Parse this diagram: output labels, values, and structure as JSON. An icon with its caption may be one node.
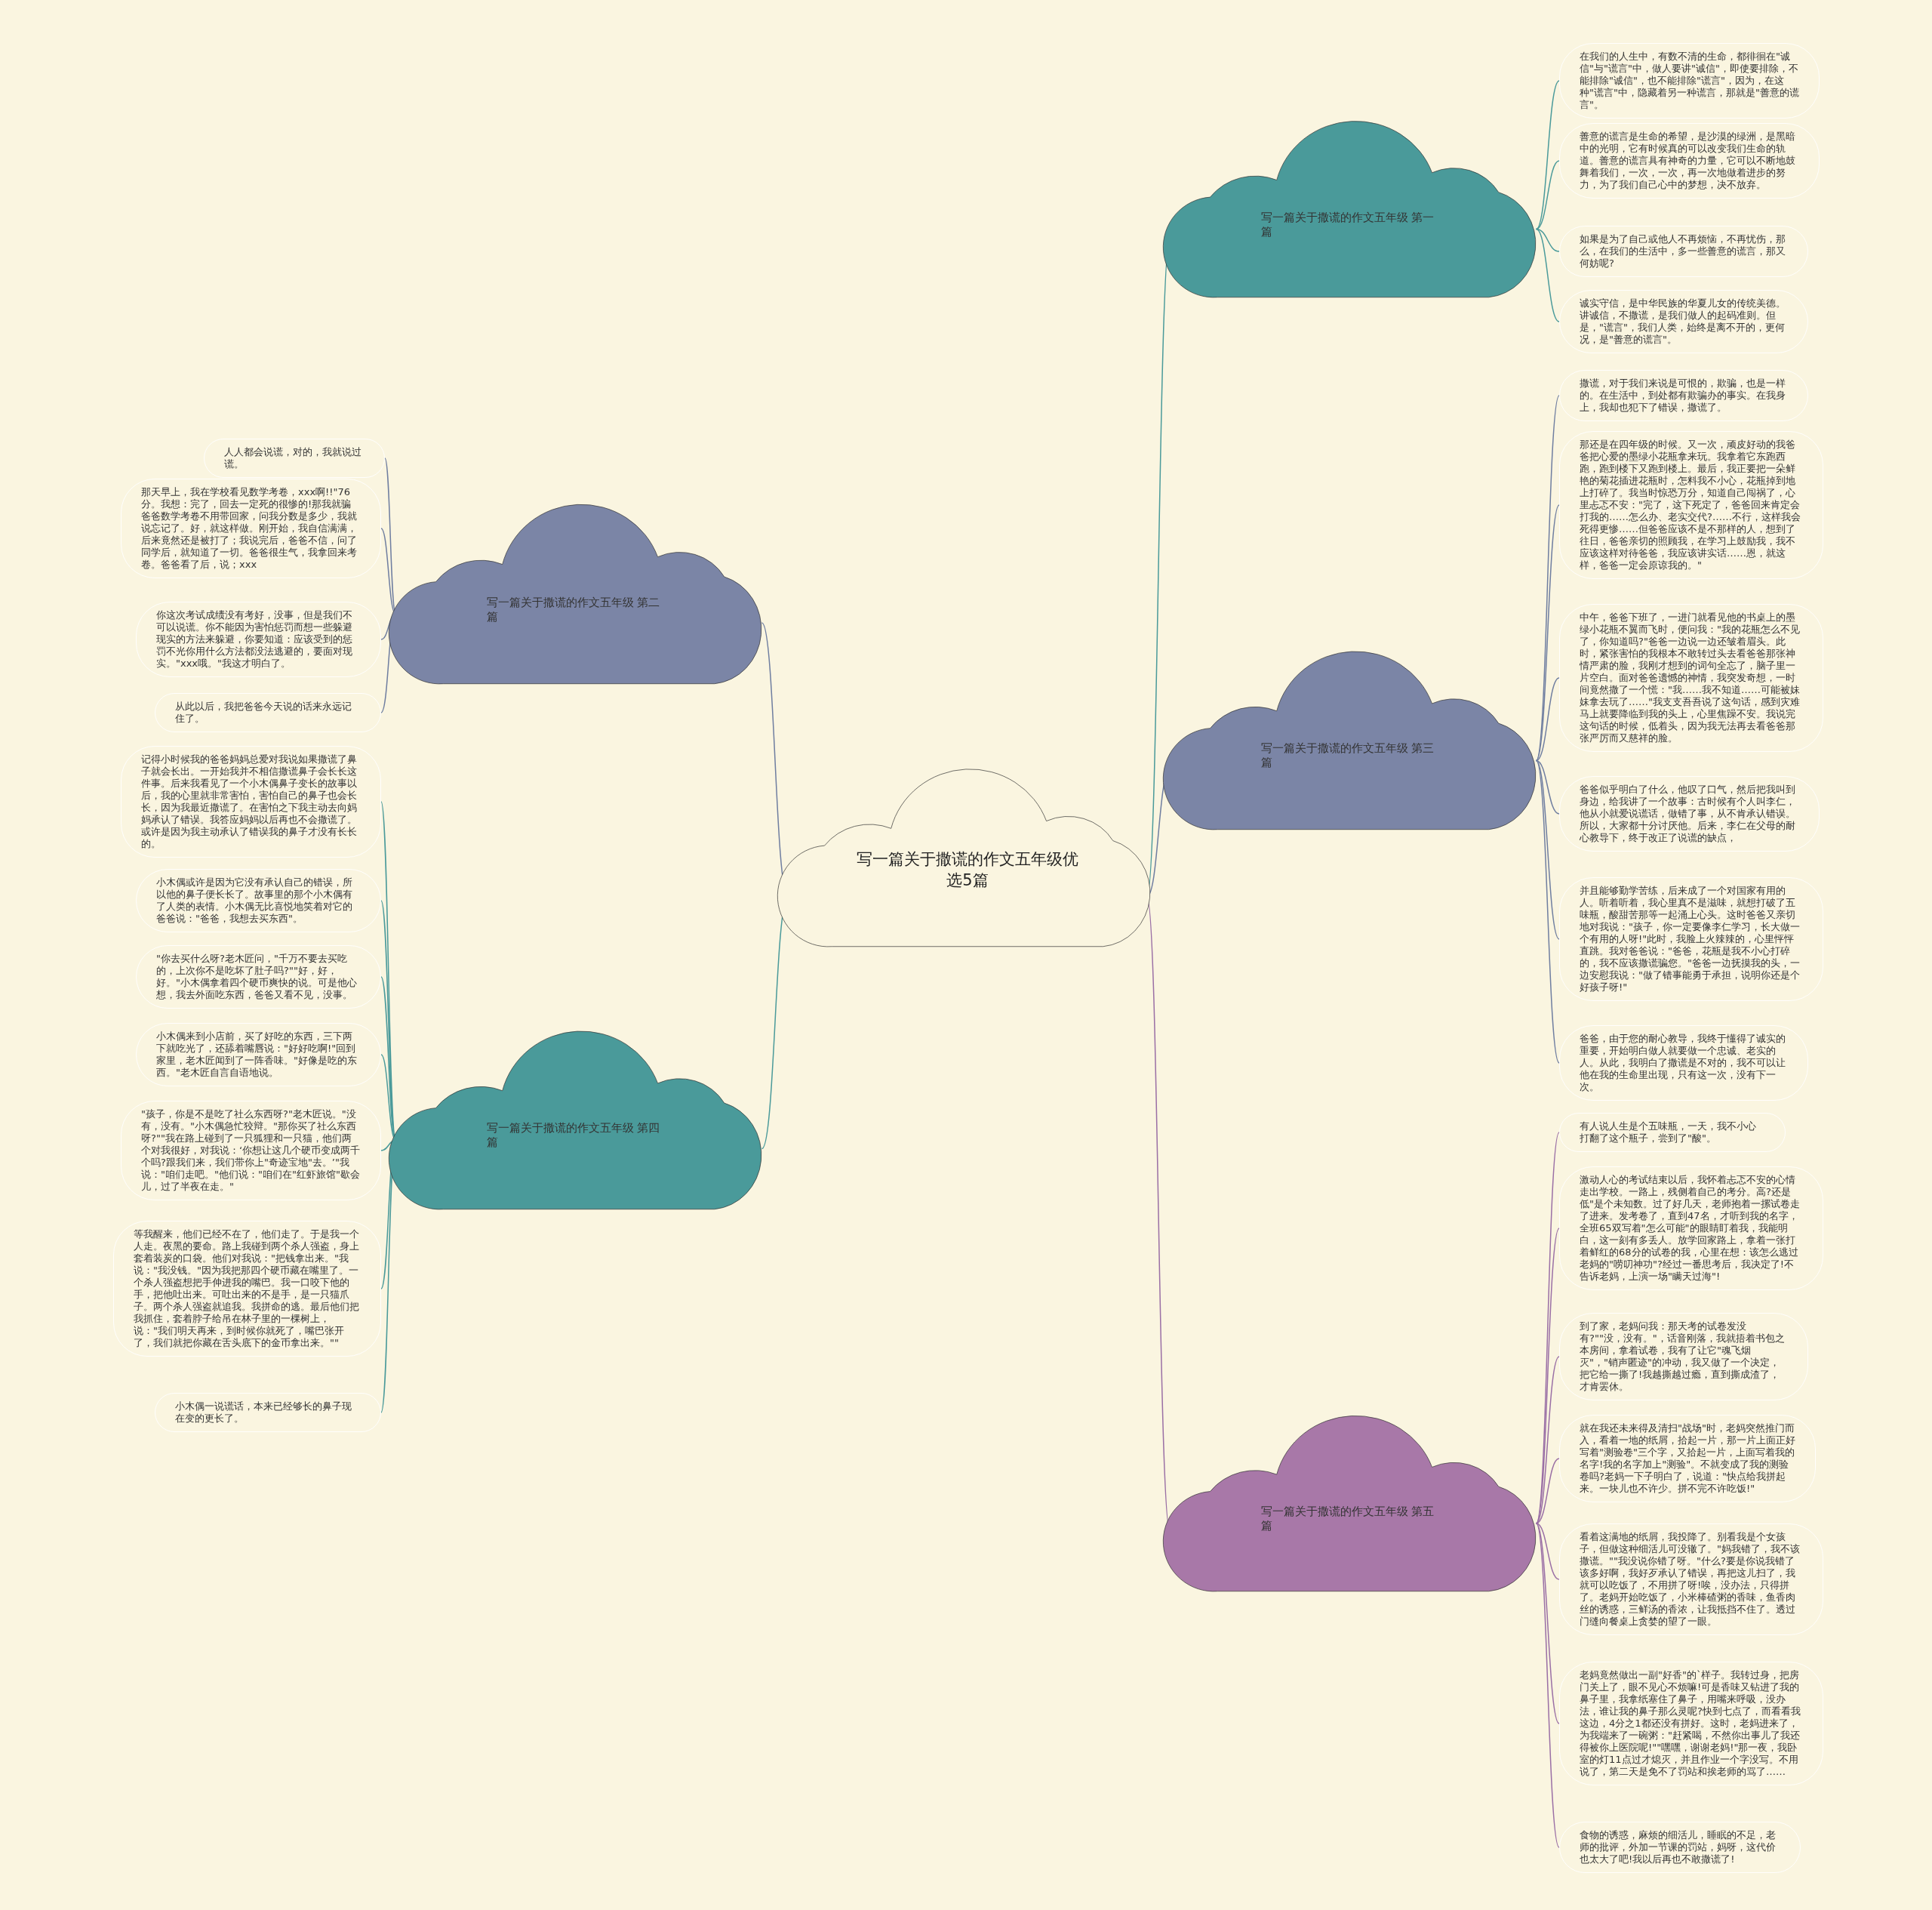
{
  "diagram": {
    "nodes": [
      {
        "text": [
          "写一篇关于撒谎的作文五年级优选5篇"
        ]
      },
      {
        "text": [
          "写一篇关于撒谎的作文五年级 第一篇"
        ]
      },
      {
        "text": [
          "在我们的人生中，有数不清的生命，都徘徊在\"诚信\"与\"谎言\"中，做人要讲\"诚信\"，即使要排除，不能排除\"诚信\"，也不能排除\"谎言\"，因为，在这种\"谎言\"中，隐藏着另一种谎言，那就是\"善意的谎言\"。"
        ]
      },
      {
        "text": [
          "善意的谎言是生命的希望，是沙漠的绿洲，是黑暗中的光明，它有时候真的可以改变我们生命的轨道。善意的谎言具有神奇的力量，它可以不断地鼓舞着我们，一次，一次，再一次地做着进步的努力，为了我们自己心中的梦想，决不放弃。"
        ]
      },
      {
        "text": [
          "如果是为了自己或他人不再烦恼，不再忧伤，那么，在我们的生活中，多一些善意的谎言，那又何妨呢?"
        ]
      },
      {
        "text": [
          "诚实守信，是中华民族的华夏儿女的传统美德。讲诚信，不撒谎，是我们做人的起码准则。但是，\"谎言\"，我们人类，始终是离不开的，更何况，是\"善意的谎言\"。"
        ]
      },
      {
        "text": [
          "写一篇关于撒谎的作文五年级 第二篇"
        ]
      },
      {
        "text": [
          "人人都会说谎，对的，我就说过谎。"
        ]
      },
      {
        "text": [
          "那天早上，我在学校看见数学考卷，xxx啊!!\"76分。我想：完了，回去一定死的很惨的!那我就骗爸爸数学考卷不用带回家，问我分数是多少，我就说忘记了。好，就这样做。刚开始，我自信满满，后来竟然还是被打了；我说完后，爸爸不信，问了同学后，就知道了一切。爸爸很生气，我拿回来考卷。爸爸看了后，说；xxx"
        ]
      },
      {
        "text": [
          "你这次考试成绩没有考好，没事，但是我们不可以说谎。你不能因为害怕惩罚而想一些躲避现实的方法来躲避，你要知道：应该受到的惩罚不光你用什么方法都没法逃避的，要面对现实。\"xxx哦。\"我这才明白了。"
        ]
      },
      {
        "text": [
          "从此以后，我把爸爸今天说的话来永远记住了。"
        ]
      },
      {
        "text": [
          "写一篇关于撒谎的作文五年级 第三篇"
        ]
      },
      {
        "text": [
          "撒谎，对于我们来说是可恨的，欺骗，也是一样的。在生活中，到处都有欺骗办的事实。在我身上，我却也犯下了错误，撒谎了。"
        ]
      },
      {
        "text": [
          "那还是在四年级的时候。又一次，顽皮好动的我爸爸把心爱的墨绿小花瓶拿来玩。我拿着它东跑西跑，跑到楼下又跑到楼上。最后，我正要把一朵鲜艳的菊花插进花瓶时，怎料我不小心，花瓶掉到地上打碎了。我当时惊恐万分，知道自己闯祸了，心里忐忑不安：\"完了，这下死定了，爸爸回来肯定会打我的……怎么办、老实交代?……不行，这样我会死得更惨……但爸爸应该不是不那样的人，想到了往日，爸爸亲切的照顾我，在学习上鼓励我，我不应该这样对待爸爸，我应该讲实话……恩，就这样，爸爸一定会原谅我的。\""
        ]
      },
      {
        "text": [
          "中午，爸爸下班了，一进门就看见他的书桌上的墨绿小花瓶不翼而飞时，便问我：\"我的花瓶怎么不见了，你知道吗?\"爸爸一边说一边还皱着眉头。此时，紧张害怕的我根本不敢转过头去看爸爸那张神情严肃的脸，我刚才想到的词句全忘了，脑子里一片空白。面对爸爸遗憾的神情，我突发奇想，一时间竟然撒了一个慌：\"我……我不知道……可能被妹妹拿去玩了……\"我支支吾吾说了这句话，感到灾难马上就要降临到我的头上，心里焦躁不安。我说完这句话的时候，低着头，因为我无法再去看爸爸那张严厉而又慈祥的脸。"
        ]
      },
      {
        "text": [
          "爸爸似乎明白了什么，他叹了口气，然后把我叫到身边，给我讲了一个故事：古时候有个人叫李仁，他从小就爱说谎话，做错了事，从不肯承认错误。所以，大家都十分讨厌他。后来，李仁在父母的耐心教导下，终于改正了说谎的缺点，"
        ]
      },
      {
        "text": [
          "并且能够勤学苦练，后来成了一个对国家有用的人。听着听着，我心里真不是滋味，就想打破了五味瓶，酸甜苦那等一起涌上心头。这时爸爸又亲切地对我说：\"孩子，你一定要像李仁学习，长大做一个有用的人呀!\"此时，我脸上火辣辣的，心里怦怦直跳。我对爸爸说：\"爸爸，花瓶是我不小心打碎的，我不应该撒谎骗您。\"爸爸一边抚摸我的头，一边安慰我说：\"做了错事能勇于承担，说明你还是个好孩子呀!\""
        ]
      },
      {
        "text": [
          "爸爸，由于您的耐心教导，我终于懂得了诚实的重要，开始明白做人就要做一个忠诚、老实的人。从此，我明白了撒谎是不对的，我不可以让他在我的生命里出现，只有这一次，没有下一次。"
        ]
      },
      {
        "text": [
          "写一篇关于撒谎的作文五年级 第四篇"
        ]
      },
      {
        "text": [
          "记得小时候我的爸爸妈妈总爱对我说如果撒谎了鼻子就会长出。一开始我并不相信撒谎鼻子会长长这件事。后来我看见了一个小木偶鼻子变长的故事以后，我的心里就非常害怕，害怕自己的鼻子也会长长，因为我最近撒谎了。在害怕之下我主动去向妈妈承认了错误。我答应妈妈以后再也不会撒谎了。或许是因为我主动承认了错误我的鼻子才没有长长的。"
        ]
      },
      {
        "text": [
          "小木偶或许是因为它没有承认自己的错误，所以他的鼻子便长长了。故事里的那个小木偶有了人类的表情。小木偶无比喜悦地笑着对它的爸爸说：\"爸爸，我想去买东西\"。"
        ]
      },
      {
        "text": [
          "\"你去买什么呀?老木匠问，\"千万不要去买吃的，上次你不是吃坏了肚子吗?\"\"好，好，好。\"小木偶拿着四个硬币爽快的说。可是他心想，我去外面吃东西，爸爸又看不见，没事。"
        ]
      },
      {
        "text": [
          "小木偶来到小店前，买了好吃的东西，三下两下就吃光了，还舔着嘴唇说：\"好好吃啊!\"回到家里，老木匠闻到了一阵香味。\"好像是吃的东西。\"老木匠自言自语地说。"
        ]
      },
      {
        "text": [
          "\"孩子，你是不是吃了社么东西呀?\"老木匠说。\"没有，没有。\"小木偶急忙狡辩。\"那你买了社么东西呀?\"\"我在路上碰到了一只狐狸和一只猫，他们两个对我很好，对我说：‘你想让这几个硬币变成两千个吗?跟我们来，我们带你上\"奇迹宝地\"去。’\"我说：\"咱们走吧。\"他们说：\"咱们在\"红虾旅馆\"歇会儿，过了半夜在走。\""
        ]
      },
      {
        "text": [
          "等我醒来，他们已经不在了，他们走了。于是我一个人走。夜黑的要命。路上我碰到两个杀人强盗，身上套着装炭的口袋。他们对我说：\"把钱拿出来。\"我说：\"我没钱。\"因为我把那四个硬币藏在嘴里了。一个杀人强盗想把手伸进我的嘴巴。我一口咬下他的手，把他吐出来。可吐出来的不是手，是一只猫爪子。两个杀人强盗就追我。我拼命的逃。最后他们把我抓住，套着脖子给吊在林子里的一棵树上，说：\"我们明天再来，到时候你就死了，嘴巴张开了，我们就把你藏在舌头底下的金币拿出来。\"\""
        ]
      },
      {
        "text": [
          "小木偶一说谎话，本来已经够长的鼻子现在变的更长了。"
        ]
      },
      {
        "text": [
          "写一篇关于撒谎的作文五年级 第五篇"
        ]
      },
      {
        "text": [
          "有人说人生是个五味瓶，一天，我不小心打翻了这个瓶子，尝到了\"酸\"。"
        ]
      },
      {
        "text": [
          "激动人心的考试结束以后，我怀着忐忑不安的心情走出学校。一路上，残侧着自己的考分。高?还是低\"是个未知数。过了好几天，老师抱着一摞试卷走了进来。发考卷了，直到47名，才听到我的名字，全班65双写着\"怎么可能\"的眼睛盯着我，我能明白，这一刻有多丢人。放学回家路上，拿着一张打着鲜红的68分的试卷的我，心里在想：该怎么逃过老妈的\"唠叨神功\"?经过一番思考后，我决定了!不告诉老妈，上演一场\"瞒天过海\"!"
        ]
      },
      {
        "text": [
          "到了家，老妈问我：那天考的试卷发没有?\"\"没，没有。\"，话音刚落，我就捂着书包之本房间，拿着试卷，我有了让它\"魂飞烟灭\"，\"销声匿迹\"的冲动，我又做了一个决定，把它给一撕了!我越撕越过瘾，直到撕成渣了，才肯罢休。"
        ]
      },
      {
        "text": [
          "就在我还未来得及清扫\"战场\"时，老妈突然推门而入，看着一地的纸屑，拾起一片，那一片上面正好写着\"测验卷\"三个字，又拾起一片，上面写着我的名字!我的名字加上\"测验\"。不就变成了我的测验卷吗?老妈一下子明白了，说道：\"快点给我拼起来。一块儿也不许少。拼不完不许吃饭!\""
        ]
      },
      {
        "text": [
          "看着这满地的纸屑，我投降了。别看我是个女孩子，但做这种细活儿可没辙了。\"妈我错了，我不该撒谎。\"\"我没说你错了呀。\"什么?要是你说我错了该多好啊，我好歹承认了错误，再把这儿扫了，我就可以吃饭了，不用拼了呀!唉，没办法，只得拼了。老妈开始吃饭了，小米棒碴粥的香味，鱼香肉丝的诱惑，三鲜汤的香浓，让我抵挡不住了。透过门缝向餐桌上贪婪的望了一眼。"
        ]
      },
      {
        "text": [
          "老妈竟然做出一副\"好香\"的`样子。我转过身，把房门关上了，眼不见心不烦嘛!可是香味又钻进了我的鼻子里，我拿纸塞住了鼻子，用嘴来呼吸，没办法，谁让我的鼻子那么灵呢?快到七点了，而看看我这边，4分之1都还没有拼好。这时，老妈进来了，为我端来了一碗粥：\"赶紧喝，不然你出事儿了我还得被你上医院呢!\"\"嘿嘿，谢谢老妈!\"那一夜，我卧室的灯11点过才熄灭，并且作业一个字没写。不用说了，第二天是免不了罚站和挨老师的骂了……"
        ]
      },
      {
        "text": [
          "食物的诱惑，麻烦的细活儿，睡眠的不足，老师的批评，外加一节课的罚站，妈呀，这代价也太大了吧!我以后再也不敢撒谎了!"
        ]
      }
    ],
    "edges": [
      {
        "from": 0,
        "to": 1,
        "arrow": "none",
        "color": "#4a9a9a"
      },
      {
        "from": 1,
        "to": 2,
        "arrow": "none",
        "color": "#4a9a9a"
      },
      {
        "from": 1,
        "to": 3,
        "arrow": "none",
        "color": "#4a9a9a"
      },
      {
        "from": 1,
        "to": 4,
        "arrow": "none",
        "color": "#4a9a9a"
      },
      {
        "from": 1,
        "to": 5,
        "arrow": "none",
        "color": "#4a9a9a"
      },
      {
        "from": 0,
        "to": 6,
        "arrow": "none",
        "color": "#6f7ea0"
      },
      {
        "from": 6,
        "to": 7,
        "arrow": "none",
        "color": "#6f7ea0"
      },
      {
        "from": 6,
        "to": 8,
        "arrow": "none",
        "color": "#6f7ea0"
      },
      {
        "from": 6,
        "to": 9,
        "arrow": "none",
        "color": "#6f7ea0"
      },
      {
        "from": 6,
        "to": 10,
        "arrow": "none",
        "color": "#6f7ea0"
      },
      {
        "from": 0,
        "to": 11,
        "arrow": "none",
        "color": "#6f7ea0"
      },
      {
        "from": 11,
        "to": 12,
        "arrow": "none",
        "color": "#6f7ea0"
      },
      {
        "from": 11,
        "to": 13,
        "arrow": "none",
        "color": "#6f7ea0"
      },
      {
        "from": 11,
        "to": 14,
        "arrow": "none",
        "color": "#6f7ea0"
      },
      {
        "from": 11,
        "to": 15,
        "arrow": "none",
        "color": "#6f7ea0"
      },
      {
        "from": 11,
        "to": 16,
        "arrow": "none",
        "color": "#6f7ea0"
      },
      {
        "from": 11,
        "to": 17,
        "arrow": "none",
        "color": "#6f7ea0"
      },
      {
        "from": 0,
        "to": 18,
        "arrow": "none",
        "color": "#4a9a9a"
      },
      {
        "from": 18,
        "to": 19,
        "arrow": "none",
        "color": "#4a9a9a"
      },
      {
        "from": 18,
        "to": 20,
        "arrow": "none",
        "color": "#4a9a9a"
      },
      {
        "from": 18,
        "to": 21,
        "arrow": "none",
        "color": "#4a9a9a"
      },
      {
        "from": 18,
        "to": 22,
        "arrow": "none",
        "color": "#4a9a9a"
      },
      {
        "from": 18,
        "to": 23,
        "arrow": "none",
        "color": "#4a9a9a"
      },
      {
        "from": 18,
        "to": 24,
        "arrow": "none",
        "color": "#4a9a9a"
      },
      {
        "from": 18,
        "to": 25,
        "arrow": "none",
        "color": "#4a9a9a"
      },
      {
        "from": 0,
        "to": 26,
        "arrow": "none",
        "color": "#9a6fa5"
      },
      {
        "from": 26,
        "to": 27,
        "arrow": "none",
        "color": "#9a6fa5"
      },
      {
        "from": 26,
        "to": 28,
        "arrow": "none",
        "color": "#9a6fa5"
      },
      {
        "from": 26,
        "to": 29,
        "arrow": "none",
        "color": "#9a6fa5"
      },
      {
        "from": 26,
        "to": 30,
        "arrow": "none",
        "color": "#9a6fa5"
      },
      {
        "from": 26,
        "to": 31,
        "arrow": "none",
        "color": "#9a6fa5"
      },
      {
        "from": 26,
        "to": 32,
        "arrow": "none",
        "color": "#9a6fa5"
      },
      {
        "from": 26,
        "to": 33,
        "arrow": "none",
        "color": "#9a6fa5"
      }
    ]
  }
}
